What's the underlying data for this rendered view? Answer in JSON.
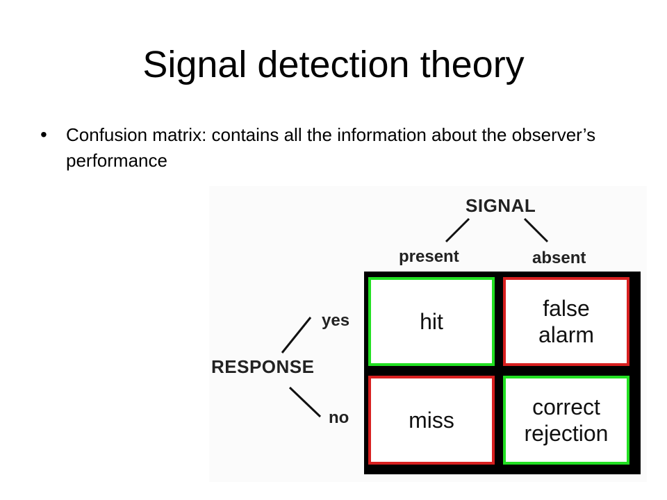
{
  "title": "Signal detection theory",
  "bullet": {
    "symbol": "•",
    "text": "Confusion matrix: contains all the information about the observer’s performance"
  },
  "diagram": {
    "signal_label": "SIGNAL",
    "present_label": "present",
    "absent_label": "absent",
    "response_label": "RESPONSE",
    "yes_label": "yes",
    "no_label": "no",
    "cells": {
      "hit": "hit",
      "false_alarm": "false\nalarm",
      "miss": "miss",
      "correct_rejection": "correct\nrejection"
    },
    "colors": {
      "correct_border": "#22e022",
      "error_border": "#d82020",
      "grid": "#000000"
    }
  }
}
